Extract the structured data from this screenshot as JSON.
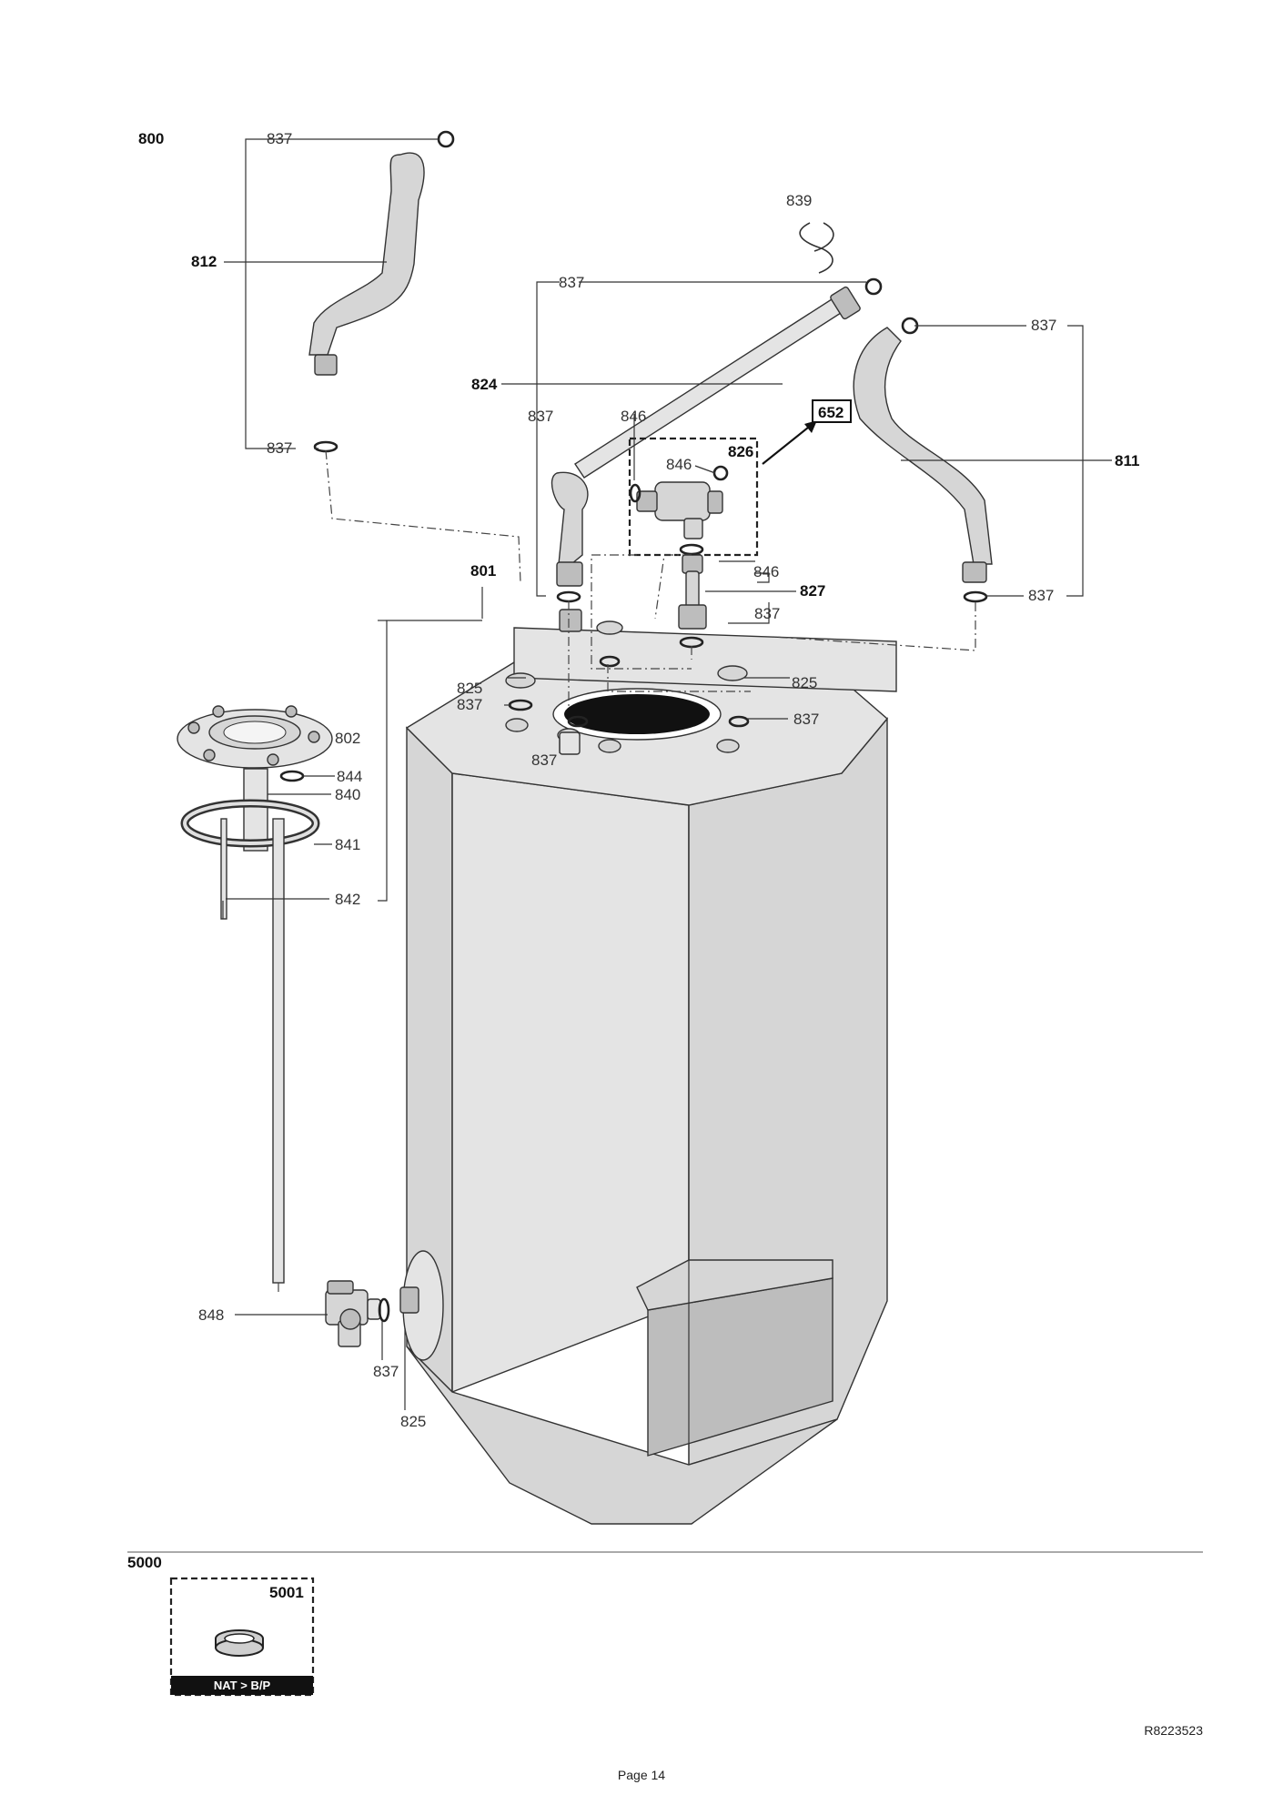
{
  "labels": {
    "l800": "800",
    "l812": "812",
    "l824": "824",
    "l801": "801",
    "l811": "811",
    "l826": "826",
    "l827": "827",
    "l652": "652",
    "l839": "839",
    "l837": "837",
    "l846": "846",
    "l825": "825",
    "l802": "802",
    "l844": "844",
    "l840": "840",
    "l841": "841",
    "l842": "842",
    "l848": "848"
  },
  "kit": {
    "section": "5000",
    "item": "5001",
    "tag": "NAT > B/P"
  },
  "footer": {
    "reference": "R8223523",
    "page": "Page 14"
  }
}
